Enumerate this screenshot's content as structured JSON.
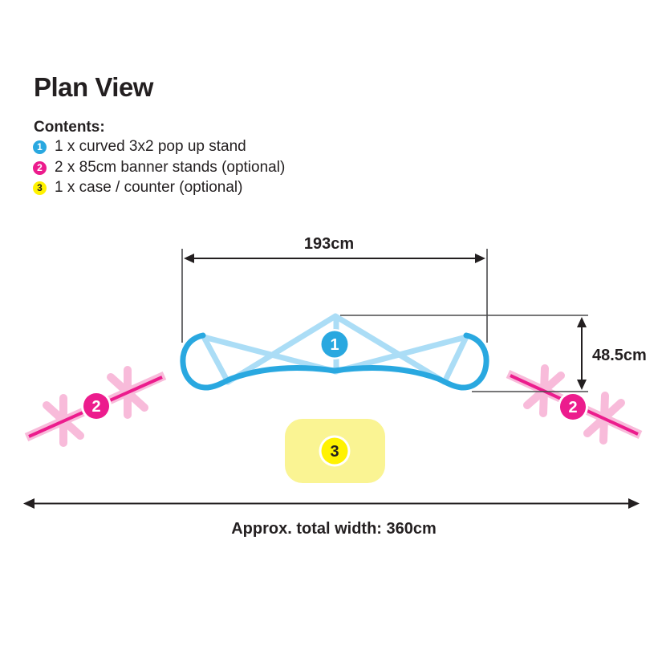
{
  "header": {
    "title": "Plan View"
  },
  "contents": {
    "heading": "Contents:",
    "items": [
      {
        "num": "1",
        "label": "1 x curved 3x2 pop up stand"
      },
      {
        "num": "2",
        "label": "2 x 85cm banner stands (optional)"
      },
      {
        "num": "3",
        "label": "1 x case / counter (optional)"
      }
    ]
  },
  "diagram": {
    "dimensions": {
      "stand_width": "193cm",
      "stand_depth": "48.5cm",
      "total_width": "Approx. total width: 360cm"
    },
    "markers": {
      "popup_stand": "1",
      "banner_left": "2",
      "banner_right": "2",
      "case_counter": "3"
    }
  },
  "colors": {
    "blue": "#29A8E0",
    "light_blue": "#ABDDF6",
    "pink": "#EC1C8D",
    "light_pink": "#F8BBDA",
    "yellow": "#FFF200",
    "light_yellow": "#FAF493",
    "ink": "#231F20",
    "dim_line": "#4A4A4C"
  }
}
